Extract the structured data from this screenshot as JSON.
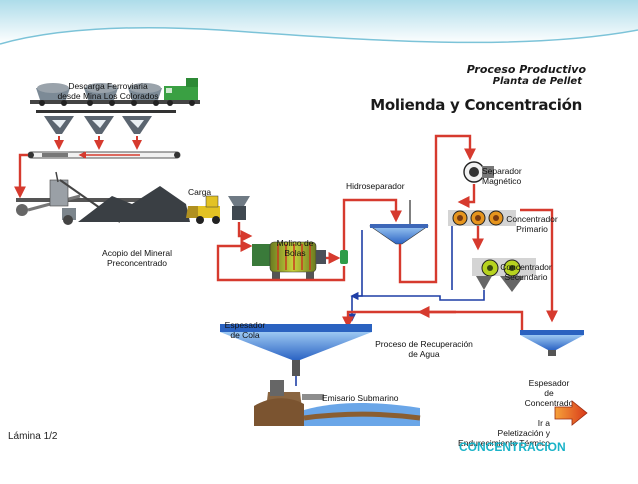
{
  "header": {
    "title_line1": "Proceso Productivo",
    "title_line2": "Planta de Pellet",
    "section_title": "Molienda y Concentración"
  },
  "labels": {
    "descarga_l1": "Descarga Ferroviaria",
    "descarga_l2": "desde Mina Los Colorados",
    "acopio_l1": "Acopio del Mineral",
    "acopio_l2": "Preconcentrado",
    "carga": "Carga",
    "molino_l1": "Molino de",
    "molino_l2": "Bolas",
    "hidroseparador": "Hidroseparador",
    "separador_l1": "Separador",
    "separador_l2": "Magnético",
    "conc_primario_l1": "Concentrador",
    "conc_primario_l2": "Primario",
    "conc_secundario_l1": "Concentrador",
    "conc_secundario_l2": "Secundario",
    "espesador_cola_l1": "Espesador",
    "espesador_cola_l2": "de Cola",
    "recuperacion_l1": "Proceso de Recuperación",
    "recuperacion_l2": "de Agua",
    "espesador_conc_l1": "Espesador",
    "espesador_conc_l2": "de",
    "espesador_conc_l3": "Concentrado",
    "emisario": "Emisario Submarino",
    "ir_l1": "Ir a",
    "ir_l2": "Peletización y",
    "ir_l3": "Endurecimiento Térmico"
  },
  "footer": {
    "lamina": "Lámina 1/2",
    "concentracion": "CONCENTRACION"
  },
  "colors": {
    "pipe_red": "#d63a2e",
    "pipe_blue": "#1f3fa6",
    "water": "#6aa6e8",
    "accent_cyan": "#1ab3c8",
    "arrow_orange": "#e8541e"
  }
}
